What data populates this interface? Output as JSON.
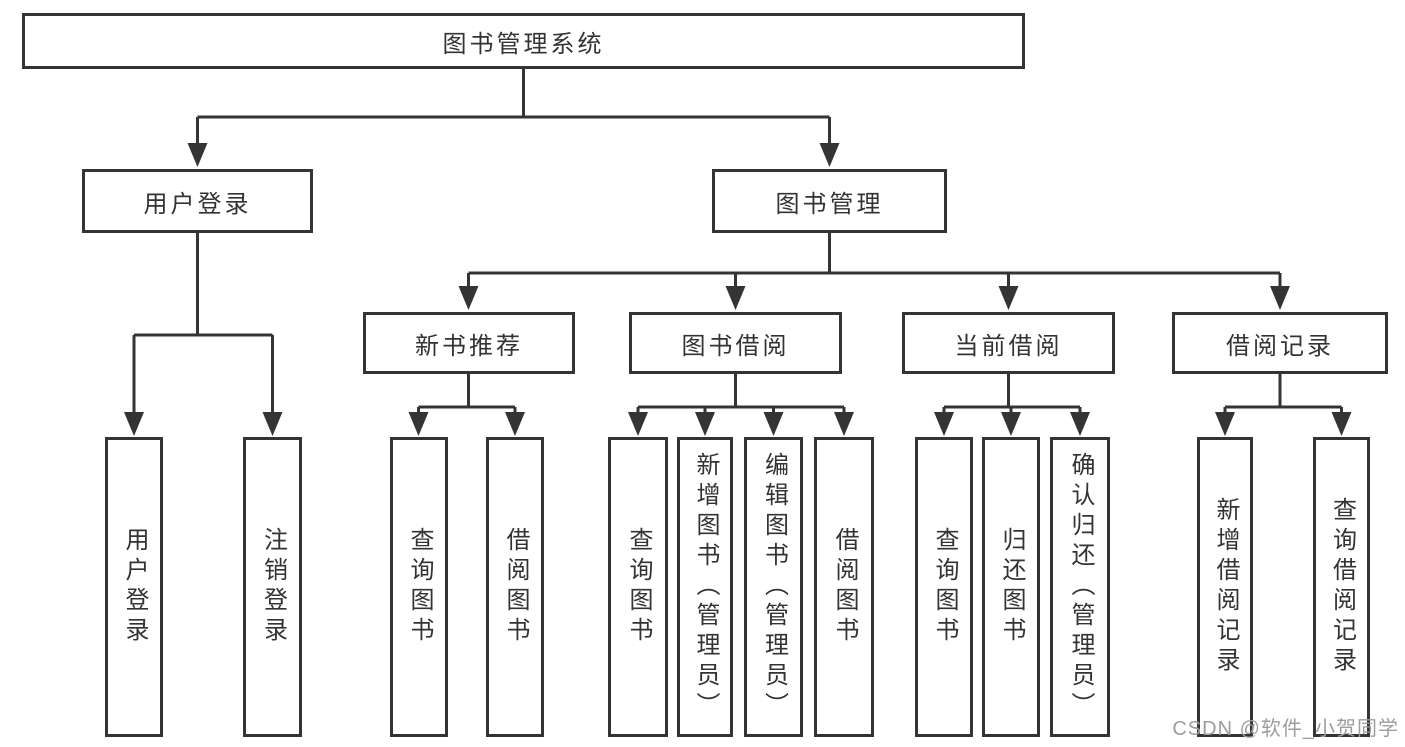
{
  "diagram": {
    "type": "tree",
    "orientation": "top-down"
  },
  "tree": {
    "root": {
      "label": "图书管理系统",
      "children": [
        {
          "label": "用户登录",
          "children": [
            {
              "label": "用户登录"
            },
            {
              "label": "注销登录"
            }
          ]
        },
        {
          "label": "图书管理",
          "children": [
            {
              "label": "新书推荐",
              "children": [
                {
                  "label": "查询图书"
                },
                {
                  "label": "借阅图书"
                }
              ]
            },
            {
              "label": "图书借阅",
              "children": [
                {
                  "label": "查询图书"
                },
                {
                  "label": "新增图书（管理员）"
                },
                {
                  "label": "编辑图书（管理员）"
                },
                {
                  "label": "借阅图书"
                }
              ]
            },
            {
              "label": "当前借阅",
              "children": [
                {
                  "label": "查询图书"
                },
                {
                  "label": "归还图书"
                },
                {
                  "label": "确认归还（管理员）"
                }
              ]
            },
            {
              "label": "借阅记录",
              "children": [
                {
                  "label": "新增借阅记录"
                },
                {
                  "label": "查询借阅记录"
                }
              ]
            }
          ]
        }
      ]
    }
  },
  "watermark": "CSDN @软件_小贺同学",
  "colors": {
    "line": "#343434",
    "box_border": "#343434",
    "box_background": "#ffffff",
    "text": "#333333",
    "watermark_text": "#9d9d9d",
    "page_background": "#ffffff"
  }
}
